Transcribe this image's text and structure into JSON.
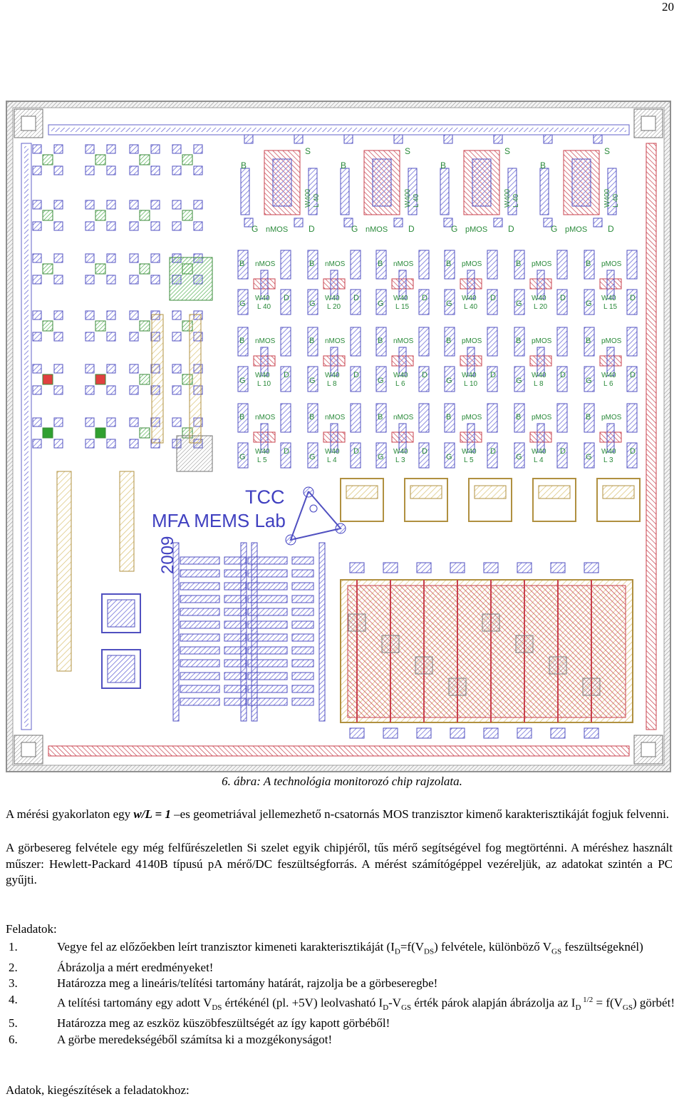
{
  "page_number": "20",
  "figure": {
    "labels": {
      "S": "S",
      "B": "B",
      "G": "G",
      "D": "D",
      "nmos": "nMOS",
      "pmos": "pMOS",
      "w400": "W400",
      "l40": "L 40",
      "w40": "W40",
      "l20": "L 20",
      "l15": "L 15",
      "l10": "L 10",
      "l8": "L 8",
      "l6": "L 6",
      "l5": "L 5",
      "l4": "L 4",
      "l3": "L 3",
      "tcc": "TCC",
      "lab": "MFA MEMS Lab",
      "year": "2009"
    },
    "colors": {
      "metal": "#6f6fd8",
      "poly": "#c8404c",
      "active": "#3aa53a",
      "text": "#2a8a3a",
      "gate": "#e0c040",
      "frame": "#b0b0b0"
    }
  },
  "caption": "6. ábra: A technológia monitorozó chip rajzolata.",
  "para1": "A mérési gyakorlaton egy w/L = 1 –es geometriával jellemezhető n-csatornás MOS tranzisztor kimenő karakterisztikáját fogjuk felvenni.",
  "para1_parts": {
    "pre": "A mérési gyakorlaton egy ",
    "wl": "w/L = 1",
    "post": " –es geometriával jellemezhető n-csatornás MOS tranzisztor kimenő karakterisztikáját fogjuk felvenni."
  },
  "para2": "A görbesereg felvétele egy még felfűrészeletlen Si szelet egyik chipjéről, tűs mérő segítségével fog megtörténni. A méréshez használt műszer: Hewlett-Packard 4140B típusú pA mérő/DC feszültségforrás. A mérést számítógéppel vezéreljük, az adatokat szintén a PC gyűjti.",
  "heading": "Feladatok:",
  "tasks": [
    {
      "num": "1.",
      "a": "Vegye fel az előzőekben leírt tranzisztor kimeneti karakterisztikáját (I",
      "b": "D",
      "c": "=f(V",
      "d": "DS",
      "e": ") felvétele, különböző V",
      "f": "GS",
      "g": " feszültségeknél)"
    },
    {
      "num": "2.",
      "text": "Ábrázolja a mért eredményeket!"
    },
    {
      "num": "3.",
      "text": "Határozza meg a lineáris/telítési tartomány határát, rajzolja be a görbeseregbe!"
    },
    {
      "num": "4.",
      "a": "A telítési tartomány egy adott V",
      "b": "DS",
      "c": " értékénél (pl. +5V) leolvasható I",
      "d": "D",
      "e": "-V",
      "f": "GS",
      "g": " érték párok alapján ábrázolja az I",
      "h": "D",
      "i": " 1/2",
      "j": " = f(V",
      "k": "GS",
      "l": ") görbét!"
    },
    {
      "num": "5.",
      "text": "Határozza meg az eszköz küszöbfeszültségét az így kapott görbéből!"
    },
    {
      "num": "6.",
      "text": "A görbe meredekségéből számítsa ki a mozgékonyságot!"
    }
  ],
  "footer": "Adatok, kiegészítések a feladatokhoz:"
}
